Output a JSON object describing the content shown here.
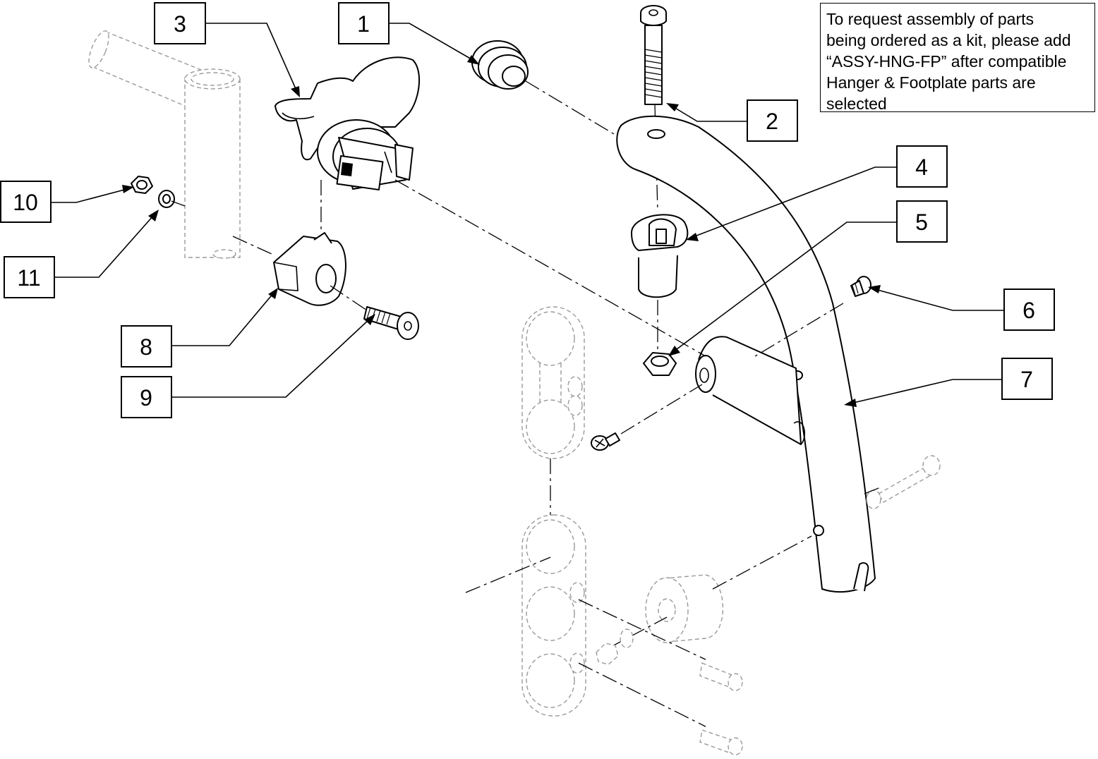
{
  "note": {
    "line1": "To request assembly of parts",
    "line2": "being ordered as a kit, please add",
    "line3": "“ASSY-HNG-FP” after compatible",
    "line4": "Hanger & Footplate parts are",
    "line5": "selected"
  },
  "callouts": {
    "c1": "1",
    "c2": "2",
    "c3": "3",
    "c4": "4",
    "c5": "5",
    "c6": "6",
    "c7": "7",
    "c8": "8",
    "c9": "9",
    "c10": "10",
    "c11": "11"
  }
}
